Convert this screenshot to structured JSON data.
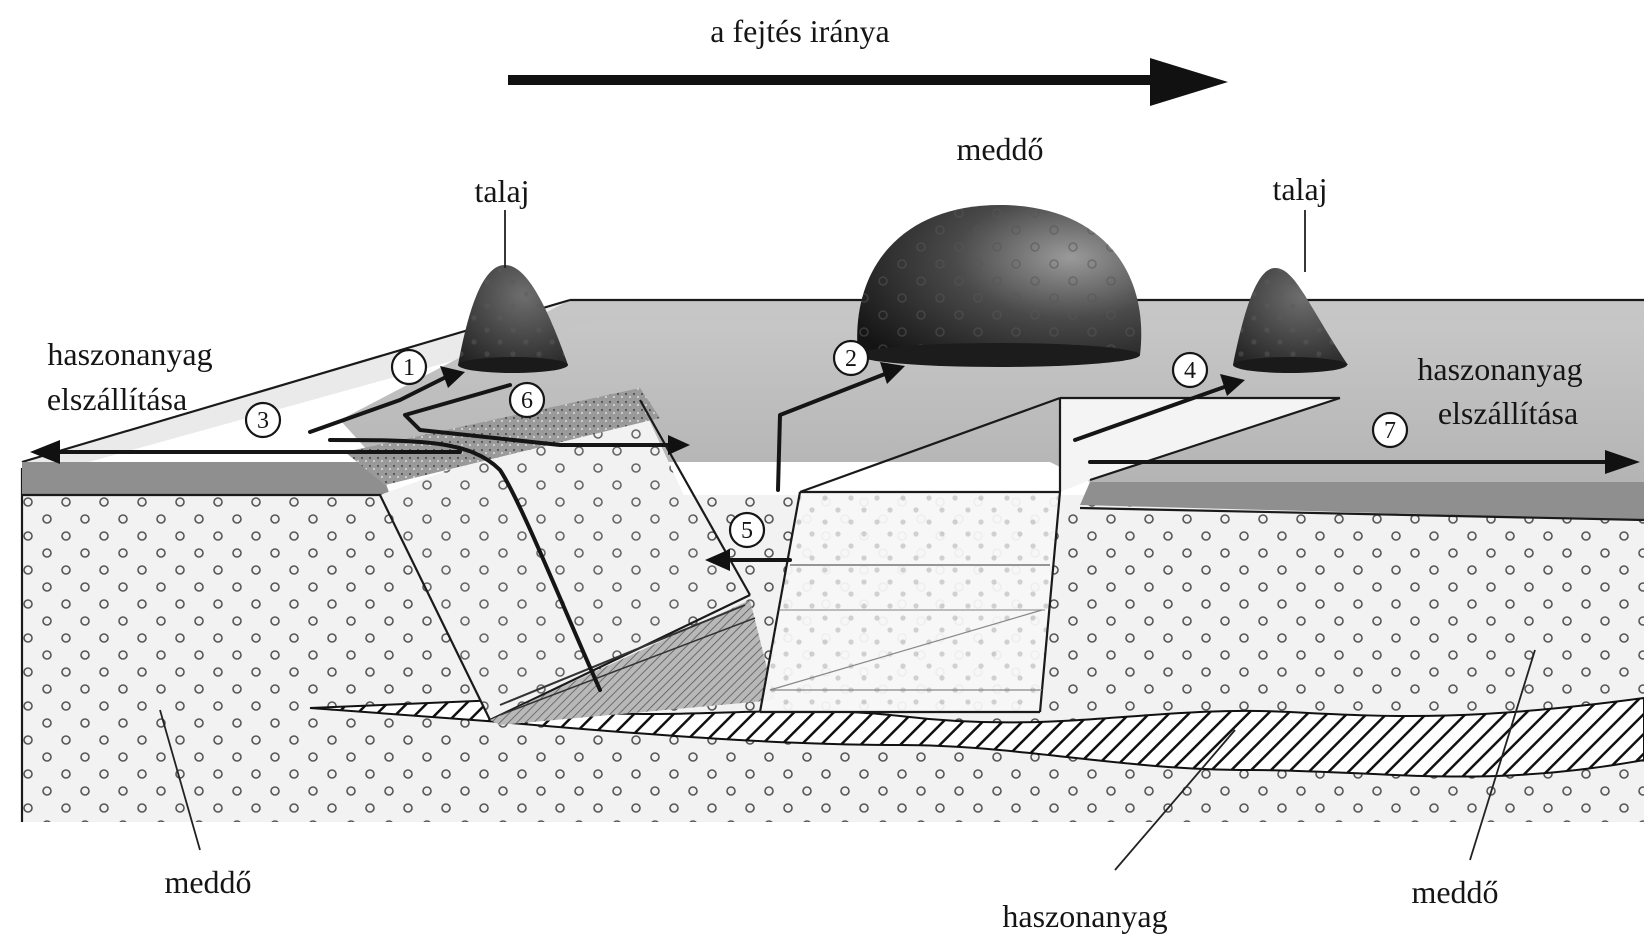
{
  "labels": {
    "direction": "a fejtés iránya",
    "soil_left": "talaj",
    "soil_right": "talaj",
    "waste_pile": "meddő",
    "transport_left_line1": "haszonanyag",
    "transport_left_line2": "elszállítása",
    "transport_right_line1": "haszonanyag",
    "transport_right_line2": "elszállítása",
    "waste_bottom_left": "meddő",
    "mineral_bottom": "haszonanyag",
    "waste_bottom_right": "meddő"
  },
  "steps": [
    "1",
    "2",
    "3",
    "4",
    "5",
    "6",
    "7"
  ],
  "colors": {
    "surface": "#bdbdbd",
    "soil_band": "#8c8c8c",
    "overburden": "#ececec",
    "dots": "#555555",
    "pile_dark": "#262626",
    "ink": "#151515"
  }
}
